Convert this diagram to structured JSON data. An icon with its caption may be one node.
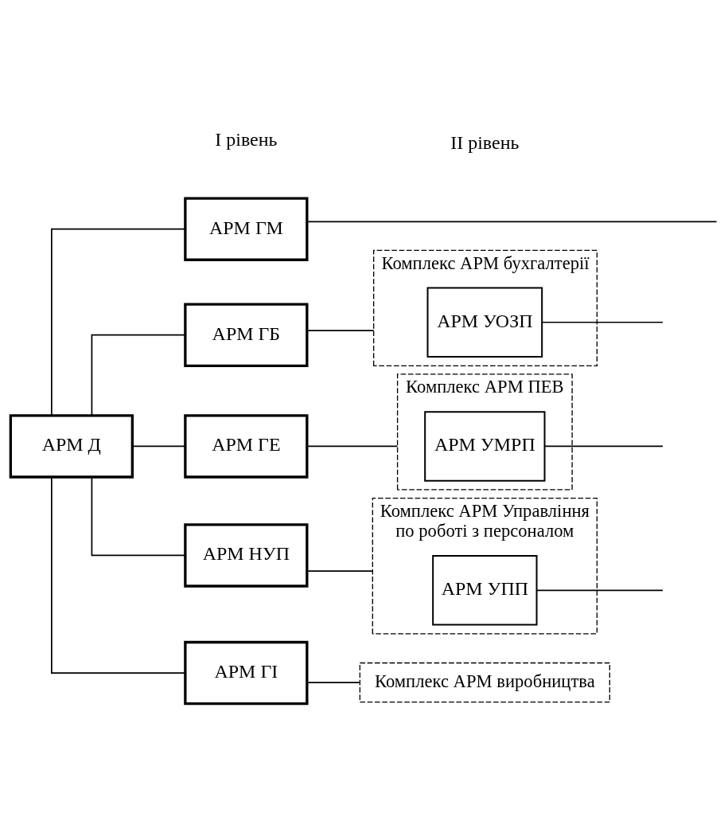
{
  "diagram": {
    "nodes": [
      {
        "text": [
          "АРМ Д"
        ]
      },
      {
        "text": [
          "АРМ ГМ"
        ]
      },
      {
        "text": [
          "АРМ ГБ"
        ]
      },
      {
        "text": [
          "Комплекс АРМ бухгалтерії"
        ]
      },
      {
        "text": [
          "АРМ УОЗП"
        ],
        "in": 3
      },
      {
        "text": [
          "АРМ ГЕ"
        ]
      },
      {
        "text": [
          "Комплекс АРМ ПЕВ"
        ]
      },
      {
        "text": [
          "АРМ УМРП"
        ],
        "in": 6
      },
      {
        "text": [
          "АРМ НУП"
        ]
      },
      {
        "text": [
          "Комплекс АРМ Управління по роботі з персоналом"
        ]
      },
      {
        "text": [
          "АРМ УПП"
        ],
        "in": 9
      },
      {
        "text": [
          "АРМ ГІ"
        ]
      },
      {
        "text": [
          "Комплекс АРМ виробництва"
        ]
      }
    ],
    "edges": [
      {
        "from": 0,
        "to": 1,
        "arrow": "none"
      },
      {
        "from": 0,
        "to": 2,
        "arrow": "none"
      },
      {
        "from": 0,
        "to": 5,
        "arrow": "none"
      },
      {
        "from": 0,
        "to": 8,
        "arrow": "none"
      },
      {
        "from": 0,
        "to": 11,
        "arrow": "none"
      },
      {
        "from": 1,
        "to": null,
        "arrow": "none"
      },
      {
        "from": 2,
        "to": 3,
        "arrow": "none"
      },
      {
        "from": 4,
        "to": null,
        "arrow": "none"
      },
      {
        "from": 5,
        "to": 6,
        "arrow": "none"
      },
      {
        "from": 7,
        "to": null,
        "arrow": "none"
      },
      {
        "from": 8,
        "to": 9,
        "arrow": "none"
      },
      {
        "from": 10,
        "to": null,
        "arrow": "none"
      },
      {
        "from": 11,
        "to": 12,
        "arrow": "none"
      }
    ],
    "labels": [
      "І рівень",
      "ІІ рівень"
    ]
  }
}
